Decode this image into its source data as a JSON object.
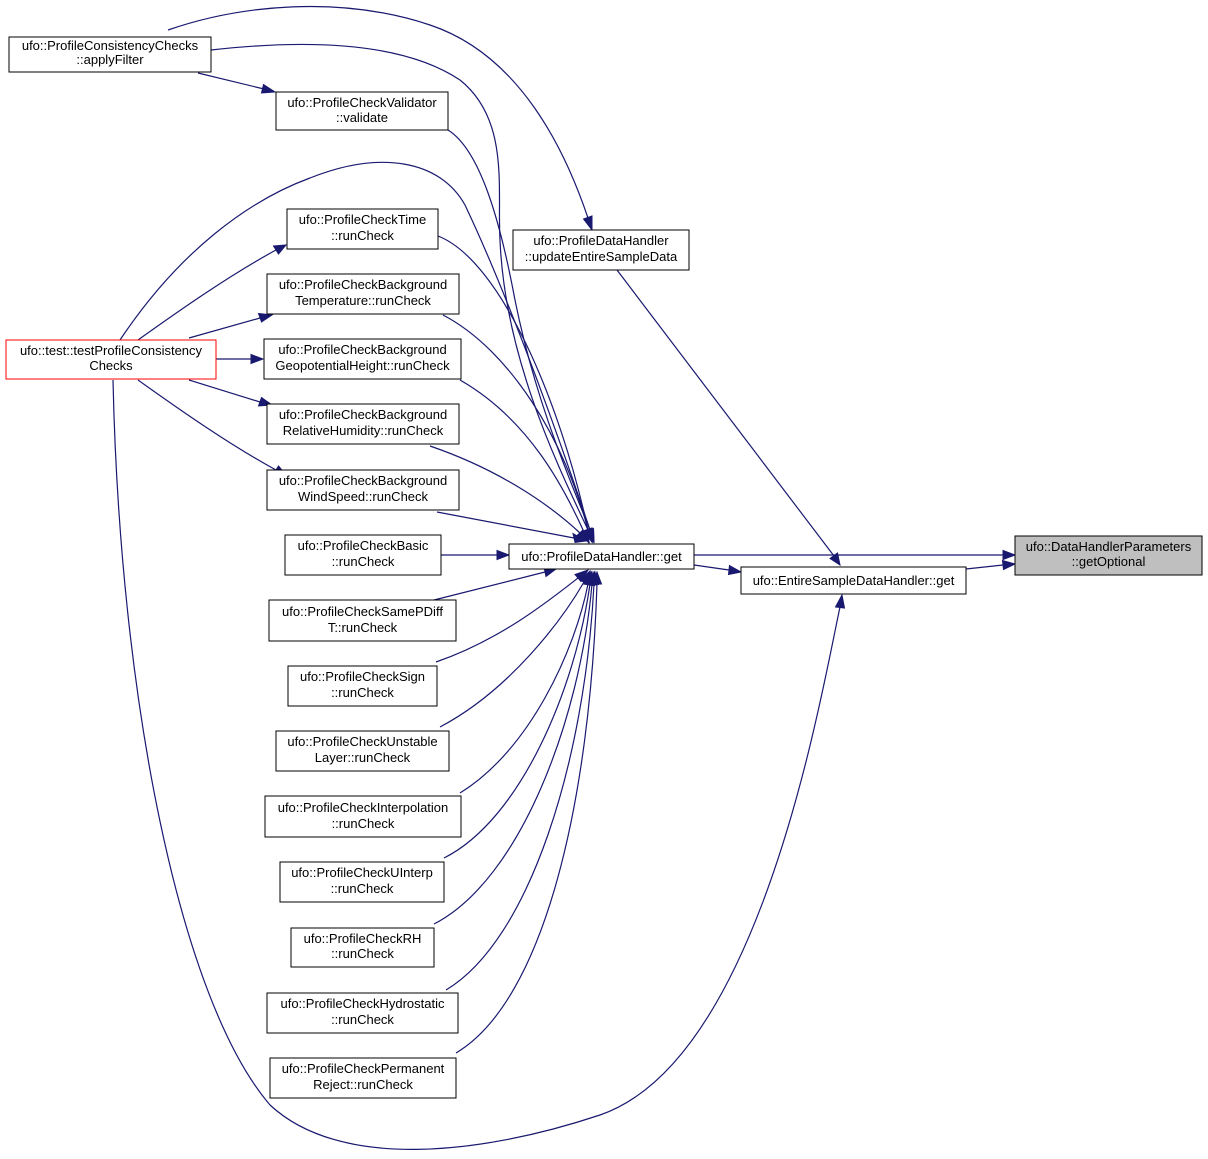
{
  "nodes": {
    "applyFilter": [
      "ufo::ProfileConsistencyChecks",
      "::applyFilter"
    ],
    "validate": [
      "ufo::ProfileCheckValidator",
      "::validate"
    ],
    "time": [
      "ufo::ProfileCheckTime",
      "::runCheck"
    ],
    "bgTemp": [
      "ufo::ProfileCheckBackground",
      "Temperature::runCheck"
    ],
    "bgGeo": [
      "ufo::ProfileCheckBackground",
      "GeopotentialHeight::runCheck"
    ],
    "bgRH": [
      "ufo::ProfileCheckBackground",
      "RelativeHumidity::runCheck"
    ],
    "bgWind": [
      "ufo::ProfileCheckBackground",
      "WindSpeed::runCheck"
    ],
    "basic": [
      "ufo::ProfileCheckBasic",
      "::runCheck"
    ],
    "samePDiff": [
      "ufo::ProfileCheckSamePDiff",
      "T::runCheck"
    ],
    "sign": [
      "ufo::ProfileCheckSign",
      "::runCheck"
    ],
    "unstable": [
      "ufo::ProfileCheckUnstable",
      "Layer::runCheck"
    ],
    "interp": [
      "ufo::ProfileCheckInterpolation",
      "::runCheck"
    ],
    "uinterp": [
      "ufo::ProfileCheckUInterp",
      "::runCheck"
    ],
    "rh": [
      "ufo::ProfileCheckRH",
      "::runCheck"
    ],
    "hydro": [
      "ufo::ProfileCheckHydrostatic",
      "::runCheck"
    ],
    "permReject": [
      "ufo::ProfileCheckPermanent",
      "Reject::runCheck"
    ],
    "testPCC": [
      "ufo::test::testProfileConsistency",
      "Checks"
    ],
    "updateESD": [
      "ufo::ProfileDataHandler",
      "::updateEntireSampleData"
    ],
    "pdhGet": [
      "ufo::ProfileDataHandler::get"
    ],
    "esdhGet": [
      "ufo::EntireSampleDataHandler::get"
    ],
    "getOptional": [
      "ufo::DataHandlerParameters",
      "::getOptional"
    ]
  },
  "edges": [
    [
      "pdhGet",
      "getOptional"
    ],
    [
      "esdhGet",
      "getOptional"
    ],
    [
      "pdhGet",
      "esdhGet"
    ],
    [
      "updateESD",
      "esdhGet"
    ],
    [
      "testPCC",
      "esdhGet"
    ],
    [
      "applyFilter",
      "updateESD"
    ],
    [
      "applyFilter",
      "pdhGet"
    ],
    [
      "validate",
      "pdhGet"
    ],
    [
      "testPCC",
      "pdhGet"
    ],
    [
      "time",
      "pdhGet"
    ],
    [
      "bgTemp",
      "pdhGet"
    ],
    [
      "bgGeo",
      "pdhGet"
    ],
    [
      "bgRH",
      "pdhGet"
    ],
    [
      "bgWind",
      "pdhGet"
    ],
    [
      "basic",
      "pdhGet"
    ],
    [
      "samePDiff",
      "pdhGet"
    ],
    [
      "sign",
      "pdhGet"
    ],
    [
      "unstable",
      "pdhGet"
    ],
    [
      "interp",
      "pdhGet"
    ],
    [
      "uinterp",
      "pdhGet"
    ],
    [
      "rh",
      "pdhGet"
    ],
    [
      "hydro",
      "pdhGet"
    ],
    [
      "permReject",
      "pdhGet"
    ],
    [
      "applyFilter",
      "validate"
    ],
    [
      "testPCC",
      "time"
    ],
    [
      "testPCC",
      "bgTemp"
    ],
    [
      "testPCC",
      "bgGeo"
    ],
    [
      "testPCC",
      "bgRH"
    ],
    [
      "testPCC",
      "bgWind"
    ]
  ],
  "colors": {
    "edge": "#191970",
    "root_fill": "#bfbfbf",
    "highlight_border": "#ff0000",
    "node_border": "#000000"
  }
}
